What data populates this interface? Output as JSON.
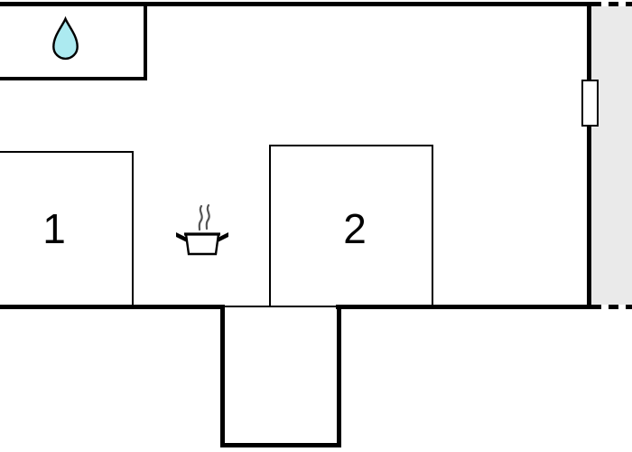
{
  "diagram": {
    "type": "floor-plan",
    "rooms": [
      {
        "id": "room-1",
        "label": "1"
      },
      {
        "id": "room-2",
        "label": "2"
      }
    ],
    "icons": [
      {
        "name": "water-drop-icon"
      },
      {
        "name": "cooking-pot-icon"
      },
      {
        "name": "window-marker"
      }
    ],
    "areas": [
      {
        "name": "terrace-dashed-area"
      },
      {
        "name": "entry-porch"
      },
      {
        "name": "wet-room"
      }
    ],
    "colors": {
      "wall": "#000000",
      "terrace_fill": "#eaeaea",
      "water_drop_fill": "#aceaf0",
      "steam": "#555555",
      "background": "#ffffff"
    }
  }
}
